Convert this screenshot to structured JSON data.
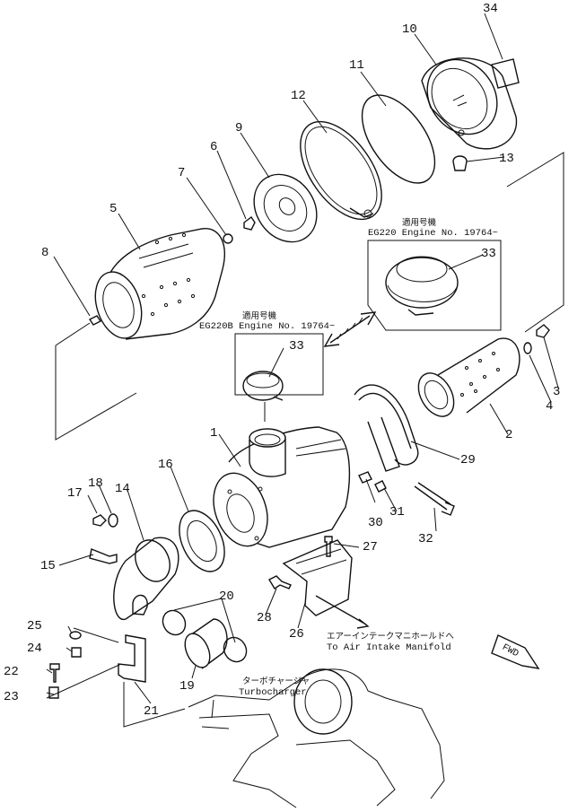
{
  "callouts": [
    {
      "id": "1",
      "label": "1"
    },
    {
      "id": "2",
      "label": "2"
    },
    {
      "id": "3",
      "label": "3"
    },
    {
      "id": "4",
      "label": "4"
    },
    {
      "id": "5",
      "label": "5"
    },
    {
      "id": "6",
      "label": "6"
    },
    {
      "id": "7",
      "label": "7"
    },
    {
      "id": "8",
      "label": "8"
    },
    {
      "id": "9",
      "label": "9"
    },
    {
      "id": "10",
      "label": "10"
    },
    {
      "id": "11",
      "label": "11"
    },
    {
      "id": "12",
      "label": "12"
    },
    {
      "id": "13",
      "label": "13"
    },
    {
      "id": "14",
      "label": "14"
    },
    {
      "id": "15",
      "label": "15"
    },
    {
      "id": "16",
      "label": "16"
    },
    {
      "id": "17",
      "label": "17"
    },
    {
      "id": "18",
      "label": "18"
    },
    {
      "id": "19",
      "label": "19"
    },
    {
      "id": "20",
      "label": "20"
    },
    {
      "id": "21",
      "label": "21"
    },
    {
      "id": "22",
      "label": "22"
    },
    {
      "id": "23",
      "label": "23"
    },
    {
      "id": "24",
      "label": "24"
    },
    {
      "id": "25",
      "label": "25"
    },
    {
      "id": "26",
      "label": "26"
    },
    {
      "id": "27",
      "label": "27"
    },
    {
      "id": "28",
      "label": "28"
    },
    {
      "id": "29",
      "label": "29"
    },
    {
      "id": "30",
      "label": "30"
    },
    {
      "id": "31",
      "label": "31"
    },
    {
      "id": "32",
      "label": "32"
    },
    {
      "id": "33a",
      "label": "33"
    },
    {
      "id": "33b",
      "label": "33"
    },
    {
      "id": "34",
      "label": "34"
    }
  ],
  "notes": {
    "eg220_jp": "適用号機",
    "eg220_en": "EG220  Engine  No. 19764~",
    "eg220b_jp": "適用号機",
    "eg220b_en": "EG220B  Engine  No. 19764~",
    "manifold_jp": "エアーインテークマニホールドへ",
    "manifold_en": "To  Air  Intake  Manifold",
    "turbo_jp": "ターボチャージャ",
    "turbo_en": "Turbocharger",
    "fwd": "FWD"
  }
}
